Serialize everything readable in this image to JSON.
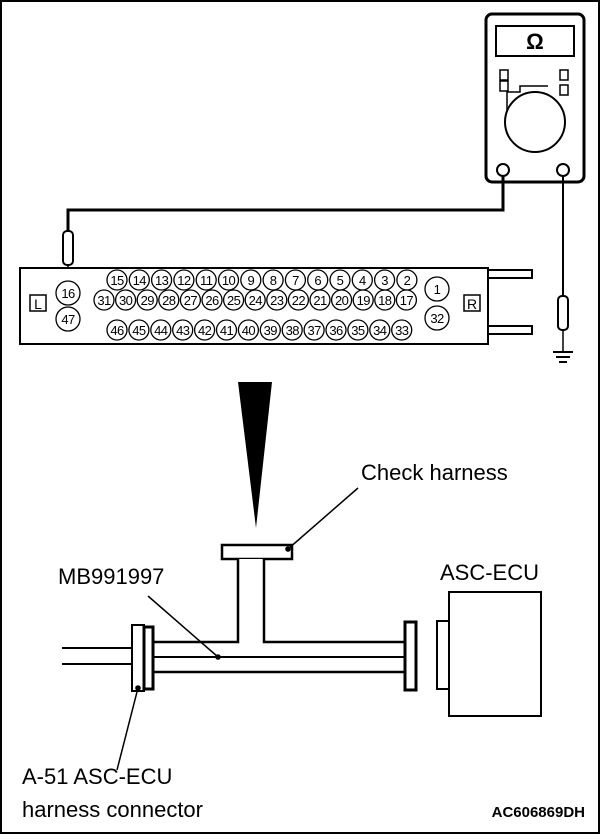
{
  "meter": {
    "symbol": "Ω"
  },
  "connector": {
    "side_left": "L",
    "side_right": "R",
    "row1": [
      "16",
      "15",
      "14",
      "13",
      "12",
      "11",
      "10",
      "9",
      "8",
      "7",
      "6",
      "5",
      "4",
      "3",
      "2",
      "1"
    ],
    "row2": [
      "31",
      "30",
      "29",
      "28",
      "27",
      "26",
      "25",
      "24",
      "23",
      "22",
      "21",
      "20",
      "19",
      "18",
      "17"
    ],
    "row3": [
      "47",
      "46",
      "45",
      "44",
      "43",
      "42",
      "41",
      "40",
      "39",
      "38",
      "37",
      "36",
      "35",
      "34",
      "33",
      "32"
    ]
  },
  "labels": {
    "check_harness": "Check harness",
    "mb_tool": "MB991997",
    "asc_ecu": "ASC-ECU",
    "connector_line1": "A-51 ASC-ECU",
    "connector_line2": "harness connector",
    "figure_code": "AC606869DH"
  }
}
